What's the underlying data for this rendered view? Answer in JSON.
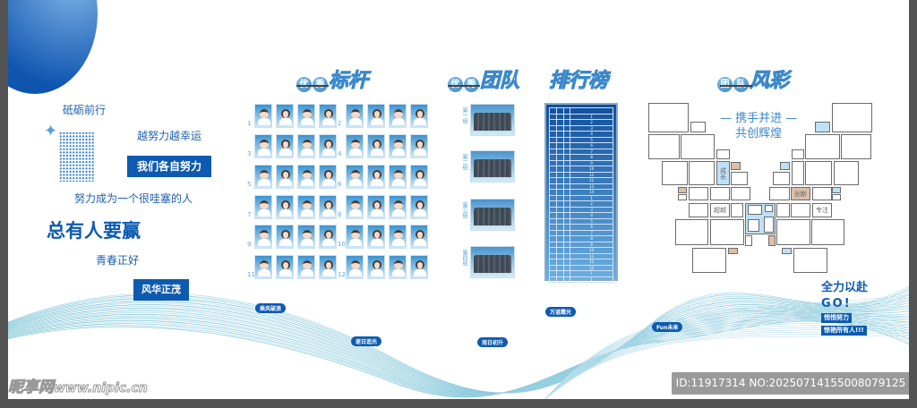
{
  "left_slogans": {
    "s1": "砥砺前行",
    "s2": "越努力越幸运",
    "s3": "我们各自努力",
    "s4": "努力成为一个很哇塞的人",
    "s5": "总有人要赢",
    "s6": "青春正好",
    "s7": "风华正茂"
  },
  "sections": [
    {
      "badge": [
        "优",
        "秀"
      ],
      "title": "标杆"
    },
    {
      "badge": [
        "优",
        "秀"
      ],
      "title": "团队"
    },
    {
      "badge": [],
      "title": "排行榜"
    },
    {
      "badge": [
        "团",
        "队"
      ],
      "title": "风彩"
    }
  ],
  "benchmark_numbers": [
    "1",
    "2",
    "3",
    "4",
    "5",
    "6",
    "7",
    "8",
    "9",
    "10",
    "11",
    "12"
  ],
  "teams": [
    "第一组",
    "第二组",
    "第三组",
    "第四组"
  ],
  "ranking": {
    "ranks": [
      "1",
      "2",
      "3",
      "4",
      "5",
      "6",
      "7",
      "8",
      "9",
      "10",
      "11",
      "12",
      "13",
      "14",
      "1",
      "2",
      "3",
      "4",
      "5",
      "6",
      "7",
      "8",
      "9",
      "10",
      "11",
      "12",
      "13",
      "1",
      "1"
    ]
  },
  "butterfly": {
    "line1": "携手并进",
    "line2": "共创辉煌",
    "labels": {
      "grow": "成长",
      "surpass": "超越",
      "innovate": "创新",
      "focus": "专注"
    }
  },
  "wave_labels": [
    "乘风破浪",
    "逐日追光",
    "旭日初升",
    "万道霞光",
    "Fun未来"
  ],
  "right_slogans": {
    "main": "全力以赴",
    "go": "GO!",
    "b1": "悄悄努力",
    "b2": "惊艳所有人!!!"
  },
  "watermark": {
    "logo": "昵享网",
    "url": "www.nipic.cn",
    "id": "ID:11917314 NO:20250714155008079125"
  }
}
